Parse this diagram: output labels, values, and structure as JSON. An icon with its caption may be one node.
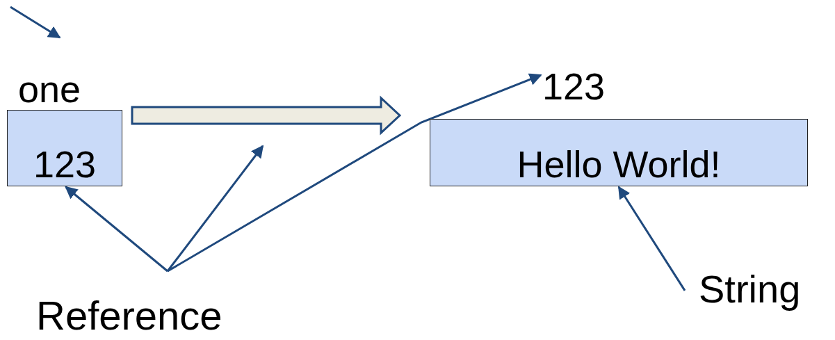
{
  "diagram": {
    "nodes": [
      {
        "text": [
          "one",
          "123"
        ]
      },
      {
        "text": [
          "123"
        ]
      },
      {
        "text": [
          "Hello World!"
        ]
      },
      {
        "text": [
          "Reference"
        ]
      },
      {
        "text": [
          "String"
        ]
      }
    ],
    "edges": [
      {
        "from": 0,
        "to": 2,
        "arrow": "to",
        "style": "thick"
      },
      {
        "from": 3,
        "to": 0,
        "arrow": "to"
      },
      {
        "from": 3,
        "to": null,
        "arrow": "to"
      },
      {
        "from": 3,
        "to": 1,
        "arrow": "to"
      },
      {
        "from": 4,
        "to": 2,
        "arrow": "to"
      }
    ]
  }
}
